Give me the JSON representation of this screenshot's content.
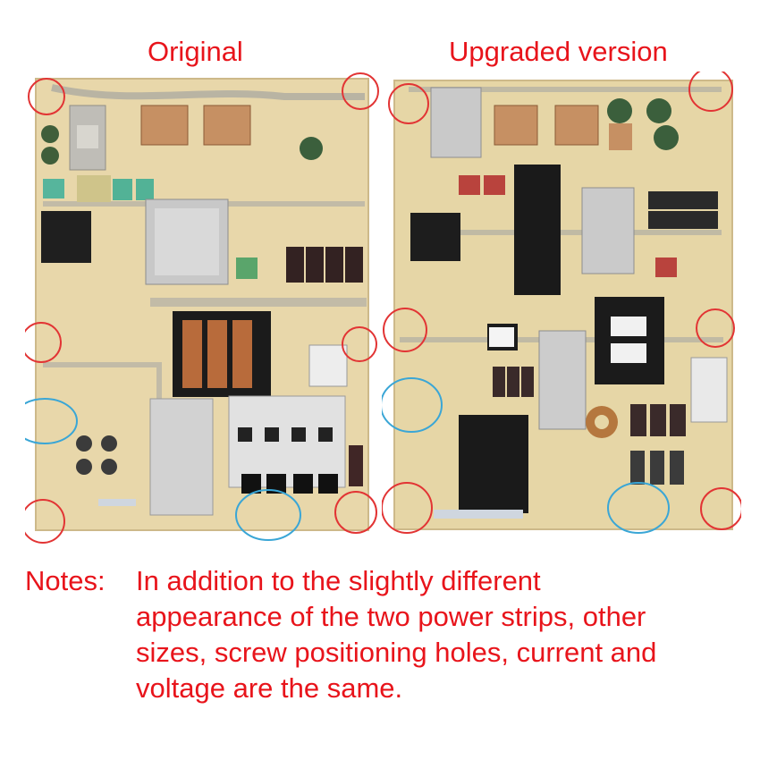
{
  "labels": {
    "original": "Original",
    "upgraded": "Upgraded version"
  },
  "notes": {
    "prefix": "Notes:",
    "lines": [
      "In addition to the slightly different",
      "appearance of the two power strips, other",
      "sizes, screw positioning holes, current and",
      "voltage are the same."
    ]
  },
  "colors": {
    "text": "#e8141b",
    "screw_circle": "#e23434",
    "connector_circle": "#3aa6d6",
    "pcb": "#e7d6a9"
  }
}
